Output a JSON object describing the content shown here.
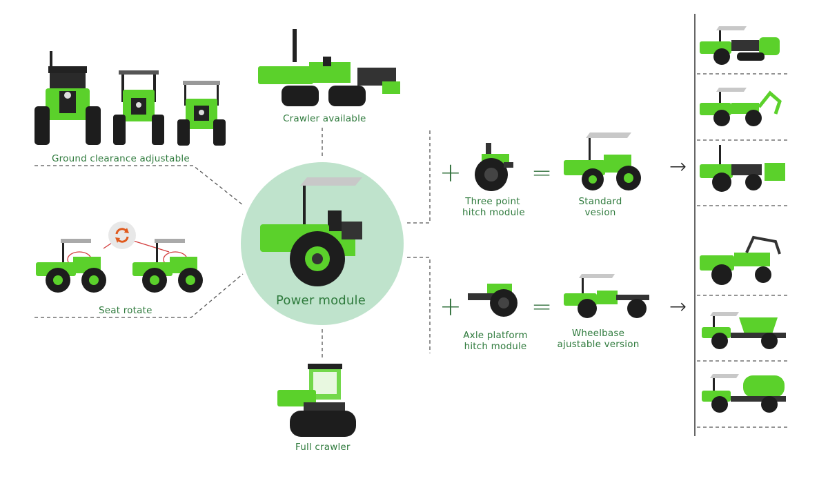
{
  "colors": {
    "accent": "#3aa63a",
    "tractor_green": "#5bd12b",
    "tractor_dark": "#1d1d1d",
    "circle_fill": "#bfe3cc",
    "label_green": "#2e7a3c",
    "line_gray": "#555555"
  },
  "labels": {
    "ground_clearance": "Ground clearance adjustable",
    "crawler_available": "Crawler available",
    "seat_rotate": "Seat rotate",
    "full_crawler": "Full crawler",
    "power_module": "Power module",
    "three_point_1": "Three  point",
    "three_point_2": "hitch module",
    "standard_1": "Standard",
    "standard_2": "vesion",
    "axle_1": "Axle platform",
    "axle_2": "hitch module",
    "wheelbase_1": "Wheelbase",
    "wheelbase_2": "ajustable version"
  },
  "symbols": {
    "plus": "+",
    "equals": "=",
    "arrow": "→"
  },
  "icons": {
    "rotate": "rotate-icon"
  }
}
